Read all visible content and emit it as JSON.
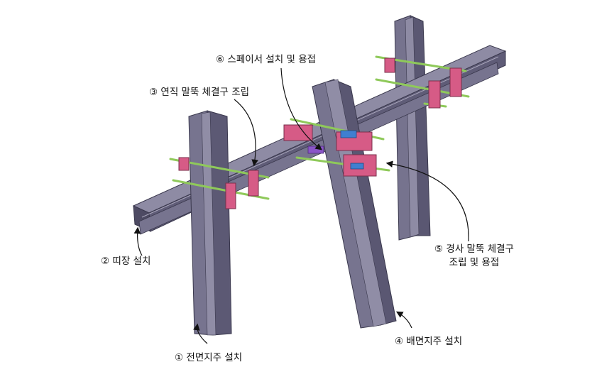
{
  "labels": {
    "spacer": "⑥ 스페이서 설치 및 용접",
    "vertical_pile": "③ 연직 말뚝 체결구 조립",
    "waler": "② 띠장 설치",
    "inclined_pile_line1": "⑤ 경사 말뚝 체결구",
    "inclined_pile_line2": "조립 및 용접",
    "rear_post": "④ 배면지주 설치",
    "front_post": "① 전면지주 설치"
  },
  "colors": {
    "steel_face": "#6e6b86",
    "steel_light": "#8a879f",
    "steel_dark": "#4d4a63",
    "bracket": "#d65b86",
    "rod": "#8fc95a",
    "spacer": "#3f7fd0"
  }
}
